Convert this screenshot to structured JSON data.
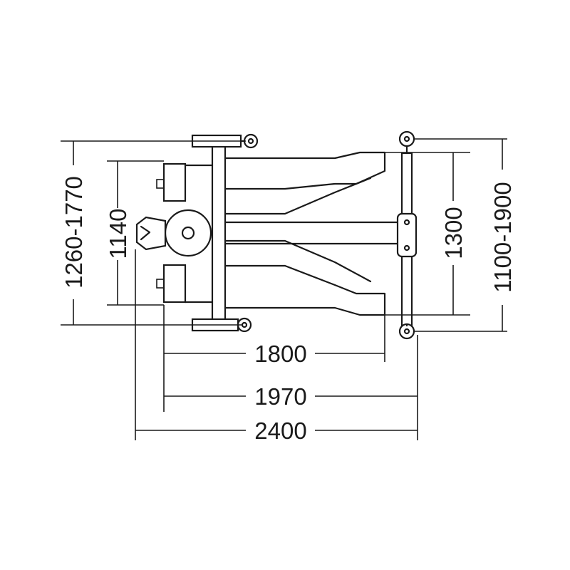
{
  "dimensions": {
    "left_outer": "1260-1770",
    "left_inner": "1140",
    "right_inner": "1300",
    "right_outer": "1100-1900",
    "bottom_1": "1800",
    "bottom_2": "1970",
    "bottom_3": "2400"
  }
}
